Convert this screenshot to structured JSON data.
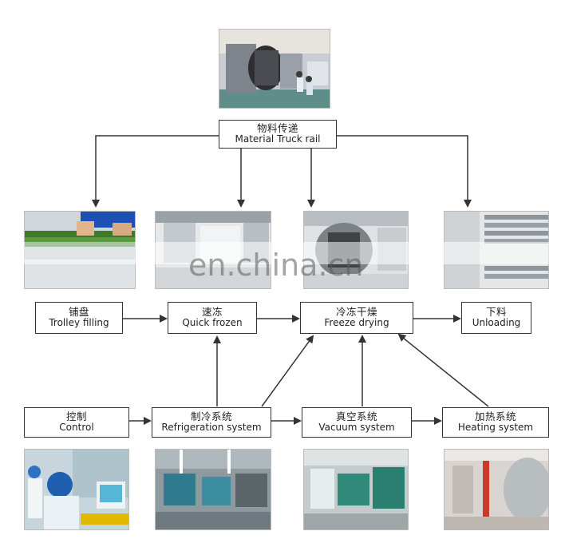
{
  "nodes": {
    "rail": {
      "zh": "物料传递",
      "en": "Material Truck rail"
    },
    "trolley": {
      "zh": "铺盘",
      "en": "Trolley filling"
    },
    "quick": {
      "zh": "速冻",
      "en": "Quick frozen"
    },
    "freeze": {
      "zh": "冷冻干燥",
      "en": "Freeze drying"
    },
    "unload": {
      "zh": "下料",
      "en": "Unloading"
    },
    "control": {
      "zh": "控制",
      "en": "Control"
    },
    "refrig": {
      "zh": "制冷系统",
      "en": "Refrigeration system"
    },
    "vacuum": {
      "zh": "真空系统",
      "en": "Vacuum system"
    },
    "heating": {
      "zh": "加热系统",
      "en": "Heating system"
    }
  },
  "watermark": "en.china.cn",
  "colors": {
    "line": "#333333",
    "box_border": "#333333"
  }
}
